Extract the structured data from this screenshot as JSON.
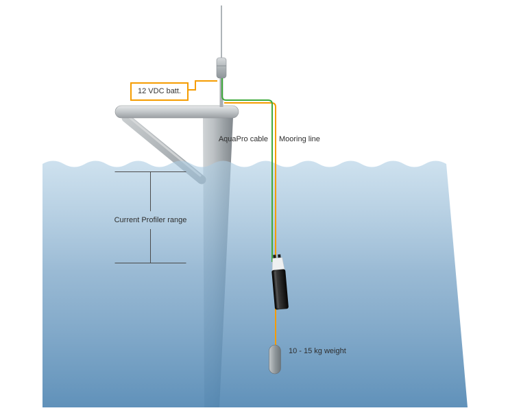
{
  "diagram": {
    "labels": {
      "battery": "12 VDC batt.",
      "aquapro_cable": "AquaPro cable",
      "mooring_line": "Mooring line",
      "profiler_range": "Current Profiler range",
      "weight": "10 - 15 kg weight"
    },
    "colors": {
      "accent_orange": "#F59C00",
      "cable_green": "#3FAA3C",
      "water_surface": "#CFE2EE",
      "water_deep": "#6B9AC1",
      "structure_gray": "#AEB3B6",
      "text": "#2E2E2E"
    }
  }
}
